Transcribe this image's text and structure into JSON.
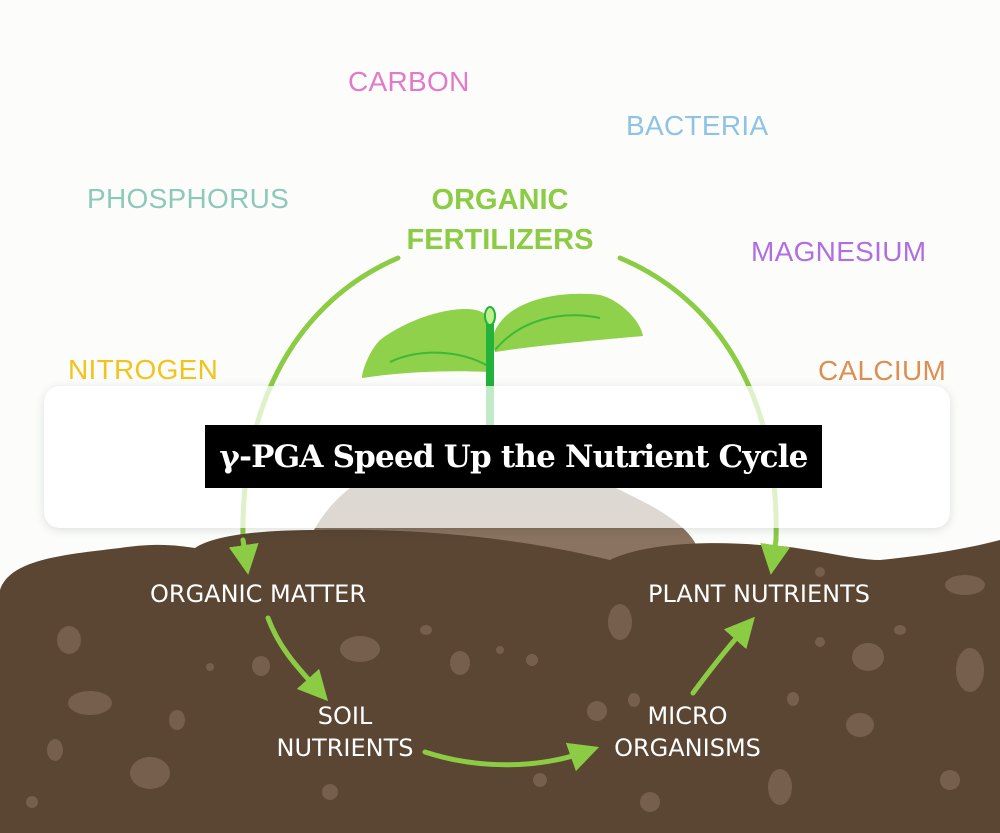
{
  "diagram": {
    "title": "γ-PGA Speed Up the Nutrient Cycle",
    "center_label": {
      "line1": "ORGANIC",
      "line2": "FERTILIZERS",
      "color": "#8ccc45"
    },
    "elements": [
      {
        "id": "carbon",
        "text": "CARBON",
        "color": "#e27ac9"
      },
      {
        "id": "bacteria",
        "text": "BACTERIA",
        "color": "#8fc3e4"
      },
      {
        "id": "phosphorus",
        "text": "PHOSPHORUS",
        "color": "#8cc9bb"
      },
      {
        "id": "magnesium",
        "text": "MAGNESIUM",
        "color": "#b06ee0"
      },
      {
        "id": "nitrogen",
        "text": "NITROGEN",
        "color": "#f2c31b"
      },
      {
        "id": "calcium",
        "text": "CALCIUM",
        "color": "#dd8e52"
      }
    ],
    "cycle_stages": [
      {
        "id": "organic-matter",
        "text": "ORGANIC MATTER"
      },
      {
        "id": "soil-nutrients",
        "line1": "SOIL",
        "line2": "NUTRIENTS"
      },
      {
        "id": "micro-organisms",
        "line1": "MICRO",
        "line2": "ORGANISMS"
      },
      {
        "id": "plant-nutrients",
        "text": "PLANT NUTRIENTS"
      }
    ],
    "colors": {
      "background": "#fcfdfb",
      "soil": "#5a4633",
      "soil_spots": "#7a6250",
      "arrow": "#8ccc45",
      "leaf": "#7ed23a",
      "stem": "#23b23a",
      "banner_bg": "#000000",
      "banner_text": "#ffffff"
    }
  }
}
